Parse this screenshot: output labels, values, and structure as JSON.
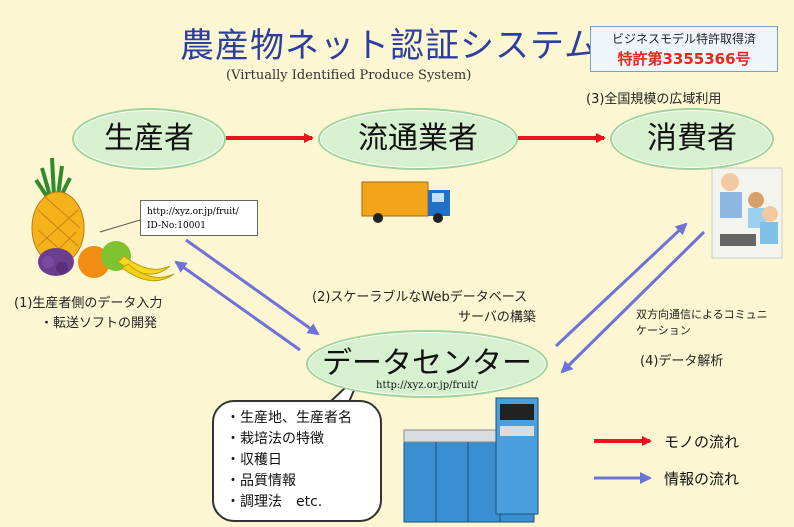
{
  "title": "農産物ネット認証システム",
  "subtitle": "(Virtually Identified Produce System)",
  "patent": {
    "line1": "ビジネスモデル特許取得済",
    "line2": "特許第3355366号"
  },
  "nodes": {
    "producer": "生産者",
    "distributor": "流通業者",
    "consumer": "消費者",
    "datacenter": "データセンター"
  },
  "datacenter_url": "http://xyz.or.jp/fruit/",
  "label_box": {
    "url": "http://xyz.or.jp/fruit/",
    "id": "ID-No:10001"
  },
  "notes": {
    "n1_line1": "(1)生産者側のデータ入力",
    "n1_line2": "・転送ソフトの開発",
    "n2_line1": "(2)スケーラブルなWebデータベース",
    "n2_line2": "サーバの構築",
    "n3": "(3)全国規模の広域利用",
    "n4_line1": "双方向通信によるコミュニ",
    "n4_line2": "ケーション",
    "n5": "(4)データ解析"
  },
  "bubble_items": [
    "・生産地、生産者名",
    "・栽培法の特徴",
    "・収穫日",
    "・品質情報",
    "・調理法　etc."
  ],
  "legend": {
    "goods": "モノの流れ",
    "info": "情報の流れ"
  },
  "colors": {
    "goods_arrow": "#e8141e",
    "info_arrow": "#6c72d8",
    "title": "#2b3f9e",
    "oval_fill": "#d6f0d0"
  }
}
